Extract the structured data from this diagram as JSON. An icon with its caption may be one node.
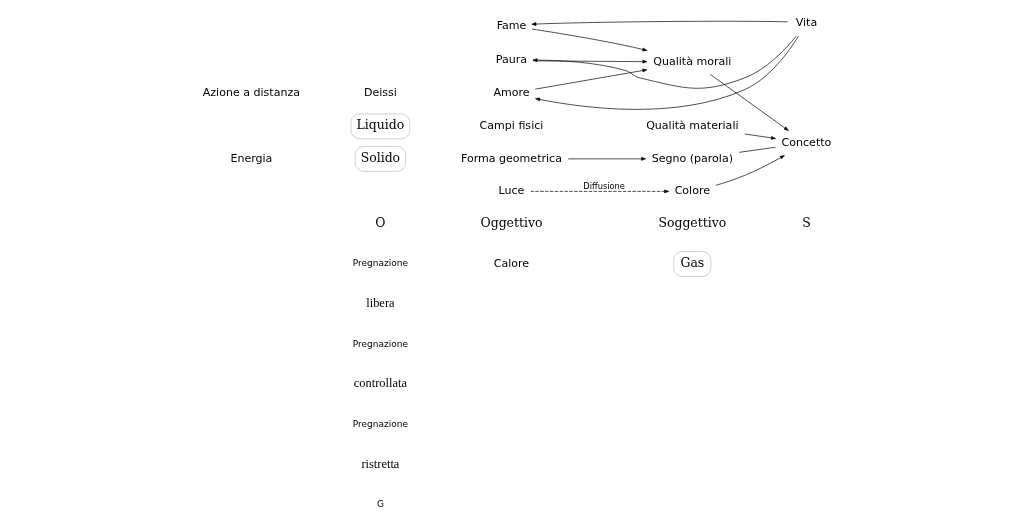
{
  "diagram": {
    "nodes": [
      {
        "text": [
          "Calore"
        ]
      },
      {
        "text": [
          "Gas"
        ]
      },
      {
        "text": [
          "Colore"
        ]
      },
      {
        "text": [
          "Qualità morali"
        ]
      },
      {
        "text": [
          "Fame"
        ]
      },
      {
        "text": [
          "Vita"
        ]
      },
      {
        "text": [
          "Paura"
        ]
      },
      {
        "text": [
          "Amore"
        ]
      },
      {
        "text": [
          "Luce"
        ]
      },
      {
        "text": [
          "Liquido"
        ]
      },
      {
        "text": [
          "Campi fisici"
        ]
      },
      {
        "text": [
          "Qualità materiali"
        ]
      },
      {
        "text": [
          "Azione a distanza"
        ]
      },
      {
        "text": [
          "Deissi"
        ]
      },
      {
        "text": [
          "Energia"
        ]
      },
      {
        "text": [
          "Solido"
        ]
      },
      {
        "text": [
          "Concetto"
        ]
      },
      {
        "text": [
          "Forma geometrica"
        ]
      },
      {
        "text": [
          "Segno (parola)"
        ]
      }
    ],
    "edges": [
      {
        "from": 8,
        "to": 2,
        "arrow": "to",
        "style": "dashed",
        "label": "Diffusione"
      },
      {
        "from": 5,
        "to": 4,
        "arrow": "to"
      },
      {
        "from": 5,
        "to": 6,
        "arrow": "to"
      },
      {
        "from": 5,
        "to": 7,
        "arrow": "to"
      },
      {
        "from": 4,
        "to": 3,
        "arrow": "to"
      },
      {
        "from": 6,
        "to": 3,
        "arrow": "to"
      },
      {
        "from": 7,
        "to": 3,
        "arrow": "to"
      },
      {
        "from": 2,
        "to": 16,
        "arrow": "to"
      },
      {
        "from": 3,
        "to": 16,
        "arrow": "to"
      },
      {
        "from": 11,
        "to": 16,
        "arrow": "to"
      },
      {
        "from": 17,
        "to": 18,
        "arrow": "to"
      },
      {
        "from": 18,
        "to": 16,
        "arrow": "none"
      }
    ],
    "labels": [
      "O",
      "Oggettivo",
      "Soggettivo",
      "S",
      "Pregnazione",
      "libera",
      "Pregnazione",
      "controllata",
      "Pregnazione",
      "ristretta",
      "G"
    ]
  }
}
